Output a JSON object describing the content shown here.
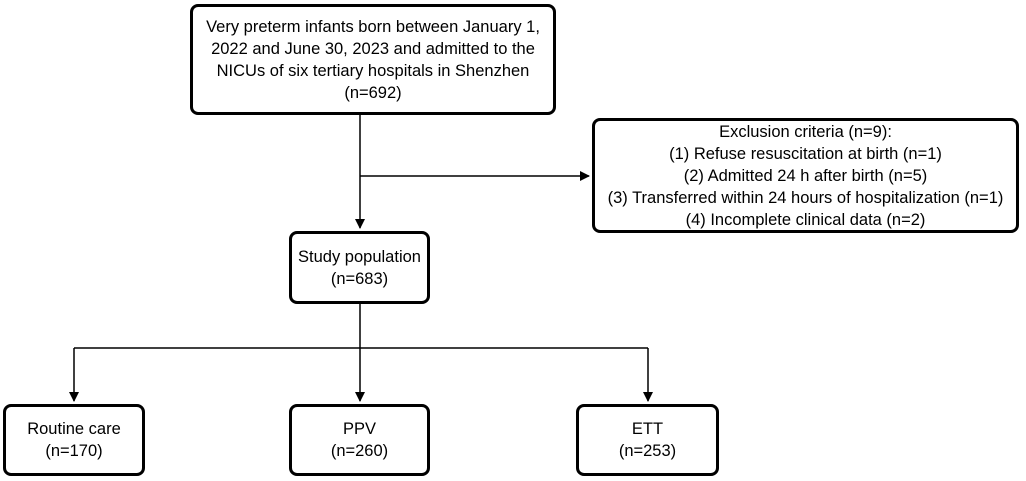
{
  "flowchart": {
    "source": {
      "lines": [
        "Very preterm infants born between January 1,",
        "2022 and June 30, 2023 and admitted to the",
        "NICUs of six tertiary hospitals in Shenzhen",
        "(n=692)"
      ]
    },
    "exclusion": {
      "lines": [
        "Exclusion criteria (n=9):",
        "(1) Refuse resuscitation at birth (n=1)",
        "(2) Admitted 24 h after birth (n=5)",
        "(3) Transferred within 24 hours of hospitalization (n=1)",
        "(4) Incomplete clinical data (n=2)"
      ]
    },
    "study": {
      "lines": [
        "Study population",
        "(n=683)"
      ]
    },
    "groups": [
      {
        "lines": [
          "Routine care",
          "(n=170)"
        ]
      },
      {
        "lines": [
          "PPV",
          "(n=260)"
        ]
      },
      {
        "lines": [
          "ETT",
          "(n=253)"
        ]
      }
    ]
  }
}
